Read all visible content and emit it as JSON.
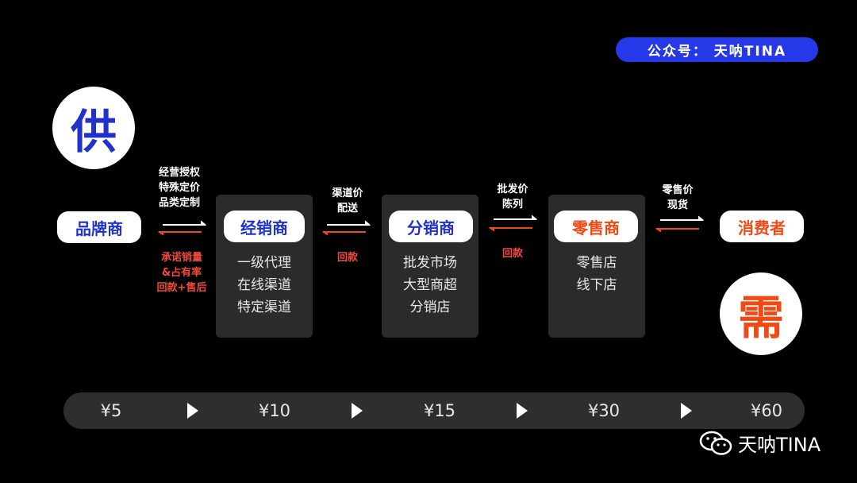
{
  "badge": "公众号：  天呐TINA",
  "supply_char": "供",
  "demand_char": "需",
  "nodes": {
    "brand": "品牌商",
    "distributor": "经销商",
    "subdistributor": "分销商",
    "retailer": "零售商",
    "consumer": "消费者"
  },
  "cards": {
    "distributor": [
      "一级代理",
      "在线渠道",
      "特定渠道"
    ],
    "subdistributor": [
      "批发市场",
      "大型商超",
      "分销店"
    ],
    "retailer": [
      "零售店",
      "线下店"
    ]
  },
  "flows": {
    "f1_top": [
      "经营授权",
      "特殊定价",
      "品类定制"
    ],
    "f1_bottom": [
      "承诺销量",
      "&占有率",
      "回款+售后"
    ],
    "f2_top": [
      "渠道价",
      "配送"
    ],
    "f2_bottom": [
      "回款"
    ],
    "f3_top": [
      "批发价",
      "陈列"
    ],
    "f3_bottom": [
      "回款"
    ],
    "f4_top": [
      "零售价",
      "现货"
    ]
  },
  "prices": [
    "¥5",
    "¥10",
    "¥15",
    "¥30",
    "¥60"
  ],
  "watermark": "天呐TINA",
  "colors": {
    "accent_blue": "#2639e8",
    "accent_orange": "#f04a14",
    "card_bg": "#2b2b2b"
  }
}
